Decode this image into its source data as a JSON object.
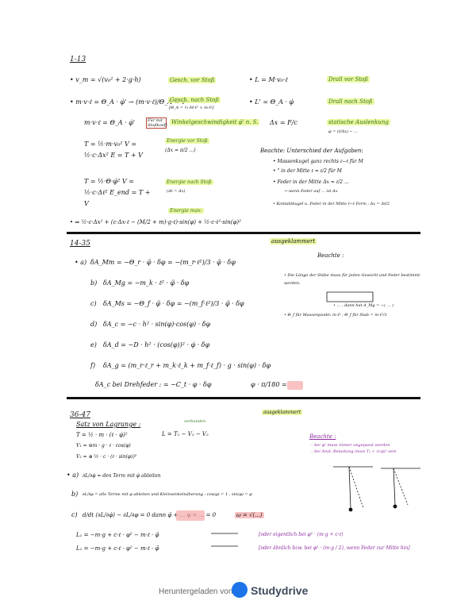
{
  "sections": [
    {
      "number": "1-13",
      "left_lines": [
        {
          "expr": "• v_m = √(v₀² + 2·g·h)",
          "note": "Gesch. vor Stoß"
        },
        {
          "expr": "• m·v·ℓ = Θ_A · φ̇' → (m·v·ℓ)/Θ_A = v'",
          "note": "Gesch. nach Stoß",
          "sub": "[Θ_A = ⅓·M·ℓ² + m·ℓ²]"
        },
        {
          "expr": "m·v·ℓ = Θ_A · φ̇'",
          "tag": "Für mit Stoßkoeff.",
          "note": "Winkelgeschwindigkeit φ̇' n. S."
        },
        {
          "expr": "T = ½·m·v₀²   V = ½·c·Δx²   E = T + V",
          "note": "Energie vor Stoß",
          "sub": "(Δx = π/2 ...)"
        },
        {
          "expr": "T = ½·Θ·φ̇²   V = ½·c·Δℓ²   E_end = T + V",
          "note": "Energie nach Stoß",
          "sub": "(Δℓ = Δx)"
        },
        {
          "expr": "• ⇒ ½·c·Δx² + (c·Δx·ℓ − (M/2 + m)·g·ℓ)·sin(φ) + ½·c·ℓ²·sin(φ)²",
          "note": "Energie max:"
        }
      ],
      "right_lines": [
        {
          "expr": "• L = M·v₀·ℓ",
          "note": "Drall vor Stoß"
        },
        {
          "expr": "• L' = Θ_A · φ̇",
          "note": "Drall nach Stoß"
        },
        {
          "expr": "Δx = F/c",
          "note": "statische Auslenkung",
          "sub": "φ = (ℓ/Δx) − ..."
        }
      ],
      "remarks_title": "Beachte: Unterschied der Aufgaben:",
      "remarks": [
        "• Massenkugel ganz rechts ℓ−ℓ für M",
        "• \" in der Mitte ℓ = ℓ/2 für M",
        "• Feder in der Mitte Δx = ℓ/2 ...",
        "→ wenn Feder auf ... ist Δx",
        "• Kontaktkugel u. Feder in der Mitte ℓ−ℓ Form ; Δx = Δℓ/2"
      ]
    },
    {
      "number": "14-35",
      "heading": "ausgeklammert",
      "lines": [
        {
          "label": "• a)",
          "expr": "δA_Mm = −Θ_r · φ̈ · δφ = −(m_r·ℓ²)/3 · φ̈ · δφ"
        },
        {
          "label": "b)",
          "expr": "δA_Mg = −m_k · ℓ² · φ̈ · δφ"
        },
        {
          "label": "c)",
          "expr": "δA_Ms = −Θ_f · φ̈ · δφ = −(m_f·ℓ²)/3 · φ̈ · δφ"
        },
        {
          "label": "d)",
          "expr": "δA_c = −c · h² · sin(φ)·cos(φ) · δφ"
        },
        {
          "label": "e)",
          "expr": "δA_d = −D · h² · (cos(φ))² · φ̇ · δφ"
        },
        {
          "label": "f)",
          "expr": "δA_g = (m_r·ℓ_r + m_k·ℓ_k + m_f·ℓ_f) · g · sin(φ) · δφ"
        },
        {
          "label": "",
          "expr": "δA_c bei Drehfeder : = −C_t · φ · δφ",
          "tail": "φ · π/180 ="
        }
      ],
      "remarks_title": "Beachte :",
      "remarks": [
        "• Die Länge der Stäbe muss für jeden Gewicht und Feder bestimmt werden.",
        "• ... , dann hat A_Mg = −( ... )",
        "• Θ_f für Massenpunkt: m·ℓ² ; Θ_f für Stab = m·ℓ²/3"
      ]
    },
    {
      "number": "36-47",
      "heading": "ausgeklammert",
      "title": "Satz von Lagrange :",
      "vars_note": "verbunden",
      "lines": [
        {
          "expr": "T = ½ · m · (ℓ · φ̇)²"
        },
        {
          "expr": "V₁ = ⊖m · g · ℓ · cos(φ)"
        },
        {
          "expr": "V₂ = ⊕ ½ · c · (ℓ · sin(φ))²"
        },
        {
          "expr": "L = T₁ − V₁ − V₂"
        },
        {
          "label": "• a)",
          "expr": "∂L/∂φ̇ = den Term mit φ̇ ableiten"
        },
        {
          "label": "b)",
          "expr": "∂L/∂φ = alle Terme mit φ ableiten und Kleinwinkelnäherung : cos(φ) = 1 ; sin(φ) = φ"
        },
        {
          "label": "c)",
          "expr": "d/dt (∂L/∂φ̇) − ∂L/∂φ = 0   dann φ̈ + ... φ = ... = 0",
          "tail": "ω = √(...)"
        },
        {
          "expr": "L₁ = −m·g + c·ℓ · φ² − m·ℓ · φ̈",
          "tail": "[oder eigentlich bei φ² · (m·g + c·ℓ)"
        },
        {
          "expr": "L₁ = −m·g + c·ℓ · φ² − m·ℓ · φ̈",
          "tail": "[oder ähnlich bzw. bei φ² · (m·g / 2), wenn Feder zur Mitte hin]"
        }
      ],
      "remarks_title": "Beachte :",
      "remarks": [
        "– bei φ² muss immer angepasst werden",
        "– bei Anst.-Belastung muss T₁ + (ℓ·φ̇)² sein"
      ]
    }
  ],
  "footer": {
    "prefix": "Heruntergeladen von",
    "brand": "Studydrive"
  },
  "colors": {
    "highlight_green": "#e2f582",
    "highlight_pink": "#f7a8a8",
    "ink_black": "#111111",
    "ink_green": "#39711d",
    "ink_purple": "#8c2b9e",
    "brand_blue": "#1c74e8"
  }
}
